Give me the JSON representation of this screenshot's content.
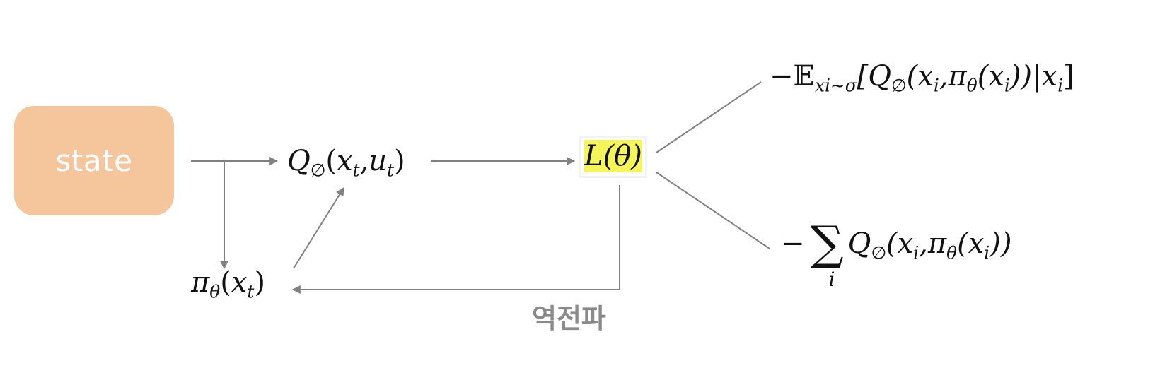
{
  "colors": {
    "state_box": "#f5c59c",
    "highlight": "#f5f55a",
    "arrow": "#808080",
    "label_gray": "#8a8a8a"
  },
  "state": {
    "label": "state"
  },
  "nodes": {
    "q": {
      "symbol": "Q",
      "sub": "∅",
      "open": "(",
      "arg1": "x",
      "arg1_sub": "t",
      "comma": ",",
      "arg2": "u",
      "arg2_sub": "t",
      "close": ")"
    },
    "pi": {
      "symbol": "π",
      "sub": "θ",
      "open": "(",
      "arg": "x",
      "arg_sub": "t",
      "close": ")"
    },
    "loss": {
      "text": "L(θ)"
    }
  },
  "formulas": {
    "expectation": {
      "minus": "−",
      "symbol": "𝔼",
      "sub": "xi∼σ",
      "body_open": "[Q",
      "q_sub": "∅",
      "paren_open": "(x",
      "x_sub": "i",
      "comma_pi": ",π",
      "pi_sub": "θ",
      "inner_open": "(x",
      "x2_sub": "i",
      "closing": "))|x",
      "x3_sub": "i",
      "bracket_close": "]"
    },
    "summation": {
      "minus": "−",
      "sum_symbol": "∑",
      "sum_index": "i",
      "q": "Q",
      "q_sub": "∅",
      "paren_open": "(x",
      "x_sub": "i",
      "comma_pi": ",π",
      "pi_sub": "θ",
      "inner_open": "(x",
      "x2_sub": "i",
      "close": "))"
    }
  },
  "backprop_label": "역전파"
}
